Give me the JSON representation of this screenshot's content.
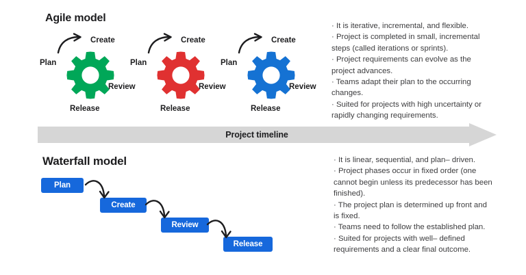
{
  "agile": {
    "title": "Agile model",
    "cycles": [
      {
        "color": "#00A758",
        "color_name": "green",
        "labels": {
          "plan": "Plan",
          "create": "Create",
          "review": "Review",
          "release": "Release"
        }
      },
      {
        "color": "#E03131",
        "color_name": "red",
        "labels": {
          "plan": "Plan",
          "create": "Create",
          "review": "Review",
          "release": "Release"
        }
      },
      {
        "color": "#1572D3",
        "color_name": "blue",
        "labels": {
          "plan": "Plan",
          "create": "Create",
          "review": "Review",
          "release": "Release"
        }
      }
    ],
    "bullets": [
      "· It is iterative, incremental, and flexible.",
      "· Project is completed in small, incremental steps (called iterations or sprints).",
      "· Project requirements can evolve as the project advances.",
      "· Teams adapt their plan to the occurring changes.",
      "· Suited for projects with high uncertainty or rapidly changing requirements."
    ]
  },
  "timeline": {
    "label": "Project timeline",
    "color": "#D6D6D6"
  },
  "waterfall": {
    "title": "Waterfall model",
    "box_color": "#1668DC",
    "steps": [
      "Plan",
      "Create",
      "Review",
      "Release"
    ],
    "bullets": [
      "· It is linear, sequential, and plan– driven.",
      "· Project phases occur in fixed order (one cannot begin unless its predecessor has been finished).",
      "· The project plan is determined up front and is fixed.",
      "· Teams need to follow the established plan.",
      "·  Suited for projects with well– defined requirements and a clear final outcome."
    ]
  }
}
